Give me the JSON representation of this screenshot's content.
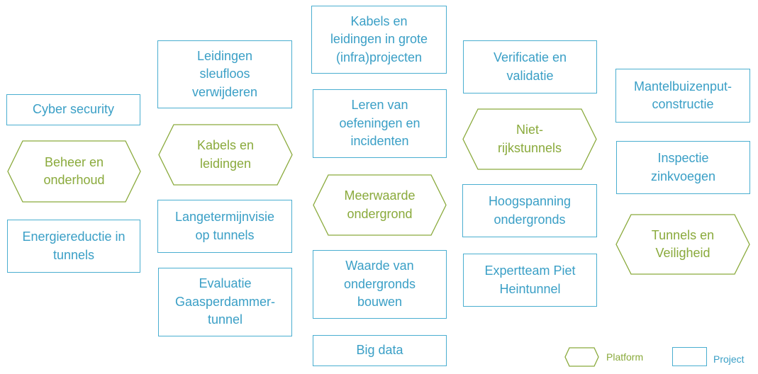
{
  "colors": {
    "project": "#4aaed0",
    "platform": "#8aaa3c"
  },
  "projects": {
    "kabels_grote": "Kabels en\nleidingen in grote\n(infra)projecten",
    "sleufloos": "Leidingen\nsleufloos\nverwijderen",
    "verificatie": "Verificatie en\nvalidatie",
    "mantelbuizen": "Mantelbuizenput-\nconstructie",
    "cyber": "Cyber security",
    "leren": "Leren van\noefeningen en\nincidenten",
    "inspectie": "Inspectie\nzinkvoegen",
    "hoogspanning": "Hoogspanning\nondergronds",
    "langetermijn": "Langetermijnvisie\nop tunnels",
    "energie": "Energiereductie in\ntunnels",
    "waarde": "Waarde van\nondergronds\nbouwen",
    "expertteam": "Expertteam Piet\nHeintunnel",
    "evaluatie": "Evaluatie\nGaasperdammer-\ntunnel",
    "bigdata": "Big data"
  },
  "platforms": {
    "beheer": "Beheer en\nonderhoud",
    "kabels": "Kabels en\nleidingen",
    "niet_rijk": "Niet-\nrijkstunnels",
    "meerwaarde": "Meerwaarde\nondergrond",
    "tunnels_veiligheid": "Tunnels en\nVeiligheid"
  },
  "legend": {
    "platform": "Platform",
    "project": "Project"
  }
}
